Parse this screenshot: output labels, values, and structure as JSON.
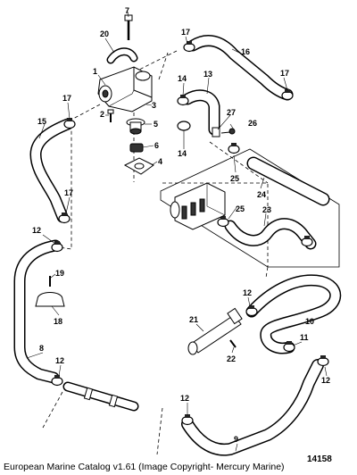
{
  "figure_number": "14158",
  "caption": "European Marine Catalog v1.61 (Image Copyright- Mercury Marine)",
  "callouts": [
    "1",
    "2",
    "3",
    "4",
    "5",
    "6",
    "7",
    "8",
    "9",
    "10",
    "11",
    "12",
    "13",
    "14",
    "15",
    "16",
    "17",
    "18",
    "19",
    "20",
    "21",
    "22",
    "23",
    "24",
    "25",
    "26",
    "27"
  ]
}
